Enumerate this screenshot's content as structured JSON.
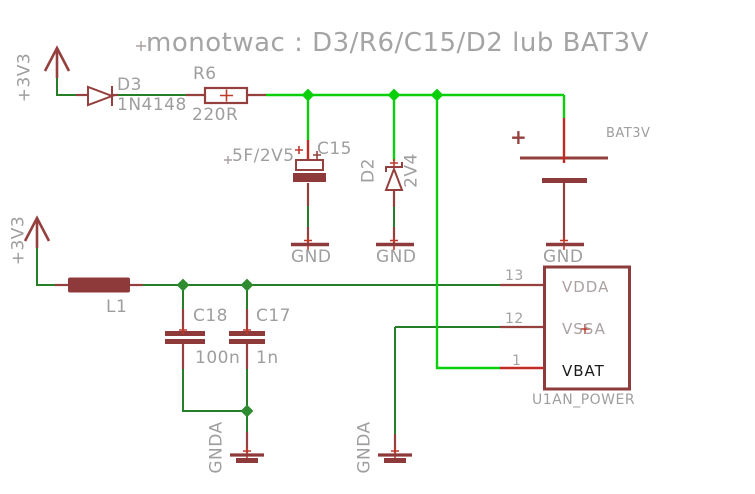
{
  "title": "monotwac : D3/R6/C15/D2 lub BAT3V",
  "colors": {
    "symbol_maroon": "#94403e",
    "wire_green": "#267e26",
    "wire_highlight": "#0ccf0c",
    "cross_red": "#c0392b",
    "label_gray": "#9e9e9e"
  },
  "supplies": {
    "v33_top": "+3V3",
    "v33_bottom": "+3V3"
  },
  "grounds": {
    "gnd": "GND",
    "gnda": "GNDA"
  },
  "components": {
    "d3": {
      "ref": "D3",
      "value": "1N4148"
    },
    "r6": {
      "ref": "R6",
      "value": "220R"
    },
    "c15": {
      "ref": "C15",
      "value": "5F/2V5",
      "plus": "+"
    },
    "d2": {
      "ref": "D2",
      "value": "2V4"
    },
    "battery": {
      "ref": "BAT3V",
      "plus": "+"
    },
    "l1": {
      "ref": "L1"
    },
    "c18": {
      "ref": "C18",
      "value": "100n"
    },
    "c17": {
      "ref": "C17",
      "value": "1n"
    },
    "u1": {
      "ref": "U1AN_POWER",
      "pins": [
        {
          "num": "13",
          "name": "VDDA"
        },
        {
          "num": "12",
          "name": "VSSA"
        },
        {
          "num": "1",
          "name": "VBAT"
        }
      ]
    }
  }
}
